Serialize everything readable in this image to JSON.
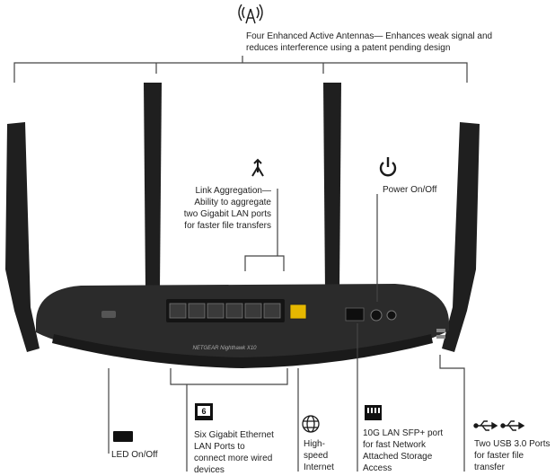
{
  "antennas": {
    "lines": [
      "Four Enhanced Active Antennas— Enhances weak signal and",
      "reduces interference using a patent pending design"
    ],
    "icon": "antenna-tower-icon"
  },
  "link_aggregation": {
    "lines": [
      "Link Aggregation—",
      "Ability to aggregate",
      "two Gigabit LAN ports",
      "for faster file transfers"
    ],
    "icon": "link-aggregation-icon"
  },
  "power": {
    "label": "Power On/Off",
    "icon": "power-icon"
  },
  "led": {
    "label": "LED On/Off",
    "icon": "led-switch-icon"
  },
  "lan": {
    "badge": "6",
    "lines": [
      "Six Gigabit Ethernet",
      "LAN Ports to",
      "connect more wired",
      "devices"
    ],
    "icon": "ethernet-port-icon"
  },
  "internet": {
    "lines": [
      "High-",
      "speed",
      "Internet"
    ],
    "icon": "globe-icon"
  },
  "sfp": {
    "lines": [
      "10G LAN SFP+ port",
      "for fast Network",
      "Attached Storage",
      "Access"
    ],
    "icon": "sfp-port-icon"
  },
  "usb": {
    "lines": [
      "Two USB 3.0 Ports",
      "for faster file",
      "transfer"
    ],
    "icon": "usb-icon"
  },
  "router": {
    "brand_text": "NETGEAR Nighthawk X10"
  },
  "colors": {
    "router_body": "#2b2b2b",
    "antenna": "#1f1f1f",
    "internet_port": "#e6b800",
    "line": "#444444"
  }
}
